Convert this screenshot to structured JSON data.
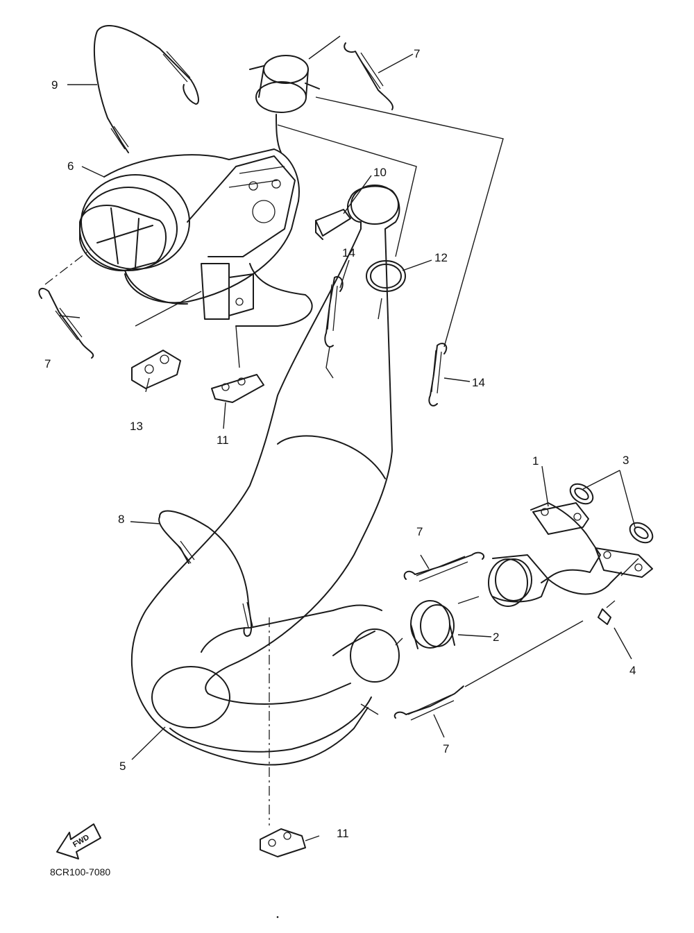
{
  "diagram": {
    "callouts": {
      "c1": "1",
      "c2": "2",
      "c3": "3",
      "c4": "4",
      "c5": "5",
      "c6": "6",
      "c7a": "7",
      "c7b": "7",
      "c7c": "7",
      "c7d": "7",
      "c8": "8",
      "c9": "9",
      "c10": "10",
      "c11a": "11",
      "c11b": "11",
      "c12": "12",
      "c13": "13",
      "c14a": "14",
      "c14b": "14"
    },
    "direction_arrow": "FWD",
    "drawing_code": "8CR100-7080"
  }
}
